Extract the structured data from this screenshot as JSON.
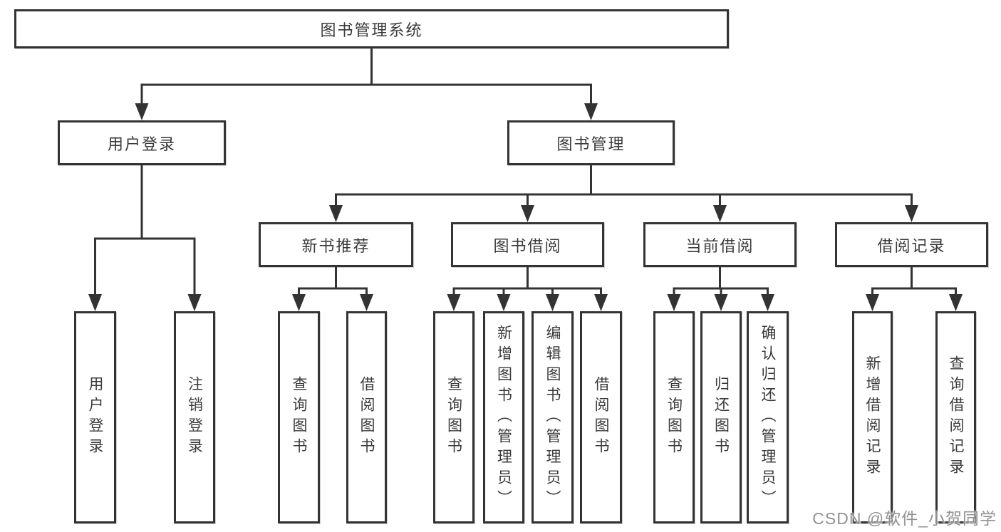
{
  "root": {
    "label": "图书管理系统"
  },
  "branches": [
    {
      "label": "用户登录",
      "children": [
        "用户登录",
        "注销登录"
      ]
    },
    {
      "label": "图书管理",
      "groups": [
        {
          "label": "新书推荐",
          "children": [
            "查询图书",
            "借阅图书"
          ]
        },
        {
          "label": "图书借阅",
          "children": [
            "查询图书",
            "新增图书（管理员）",
            "编辑图书（管理员）",
            "借阅图书"
          ]
        },
        {
          "label": "当前借阅",
          "children": [
            "查询图书",
            "归还图书",
            "确认归还（管理员）"
          ]
        },
        {
          "label": "借阅记录",
          "children": [
            "新增借阅记录",
            "查询借阅记录"
          ]
        }
      ]
    }
  ],
  "watermark": "CSDN @软件_小贺同学",
  "colors": {
    "line": "#333333",
    "box_border": "#333333",
    "box_fill": "#ffffff",
    "text": "#3a3a3a",
    "watermark": "#8c8c8c"
  }
}
